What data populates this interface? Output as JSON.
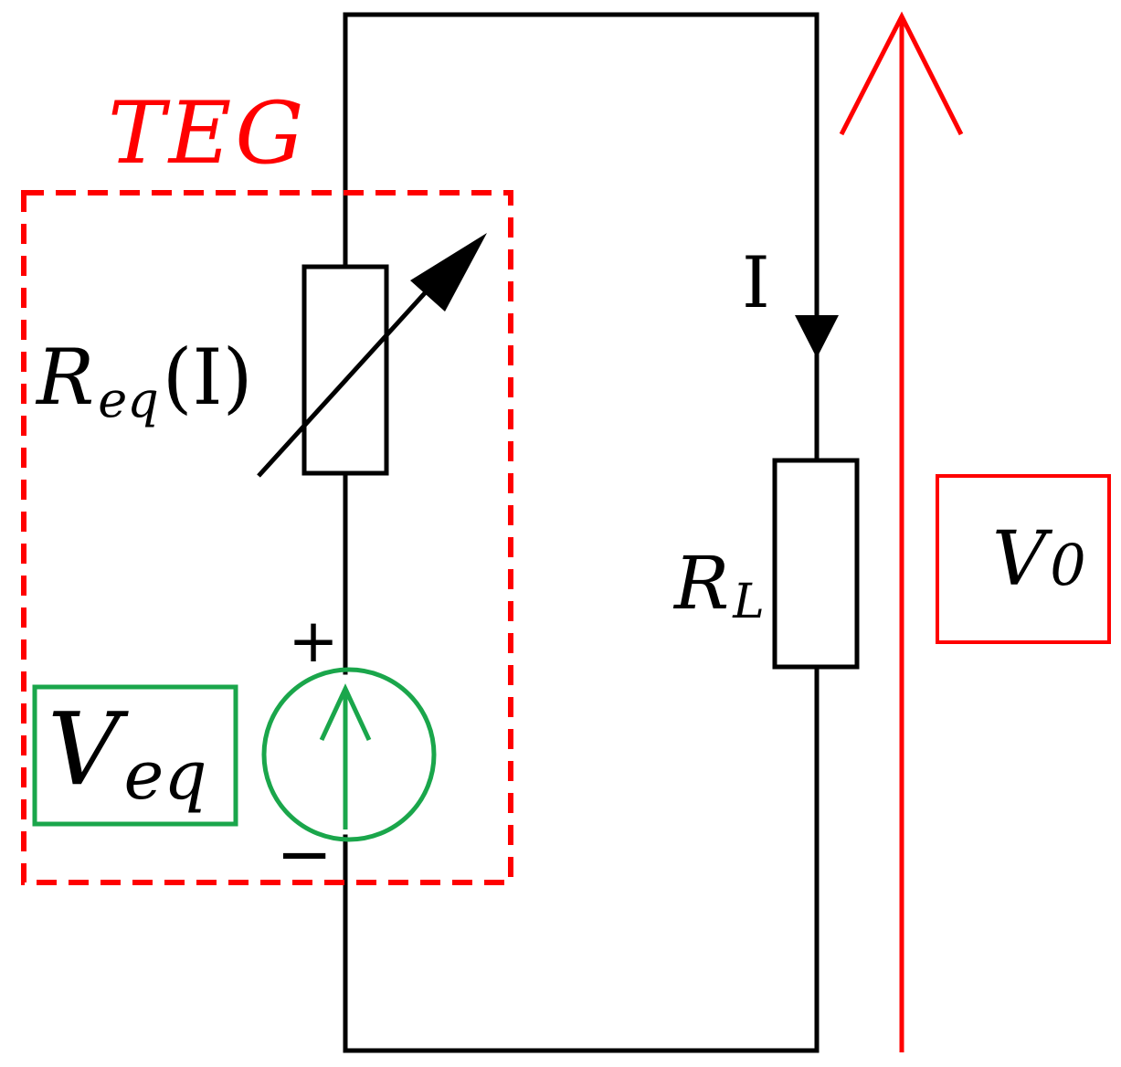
{
  "labels": {
    "teg": "TEG",
    "req_main": "R",
    "req_sub": "eq",
    "req_arg": "(I)",
    "current": "I",
    "rl_main": "R",
    "rl_sub": "L",
    "v0_main": "V",
    "v0_sub": "0",
    "veq_main": "V",
    "veq_sub": "eq",
    "plus": "+",
    "minus": "−"
  },
  "colors": {
    "wire": "#000000",
    "teg": "#ff0000",
    "source": "#1aa64b",
    "voltage": "#ff0000"
  }
}
